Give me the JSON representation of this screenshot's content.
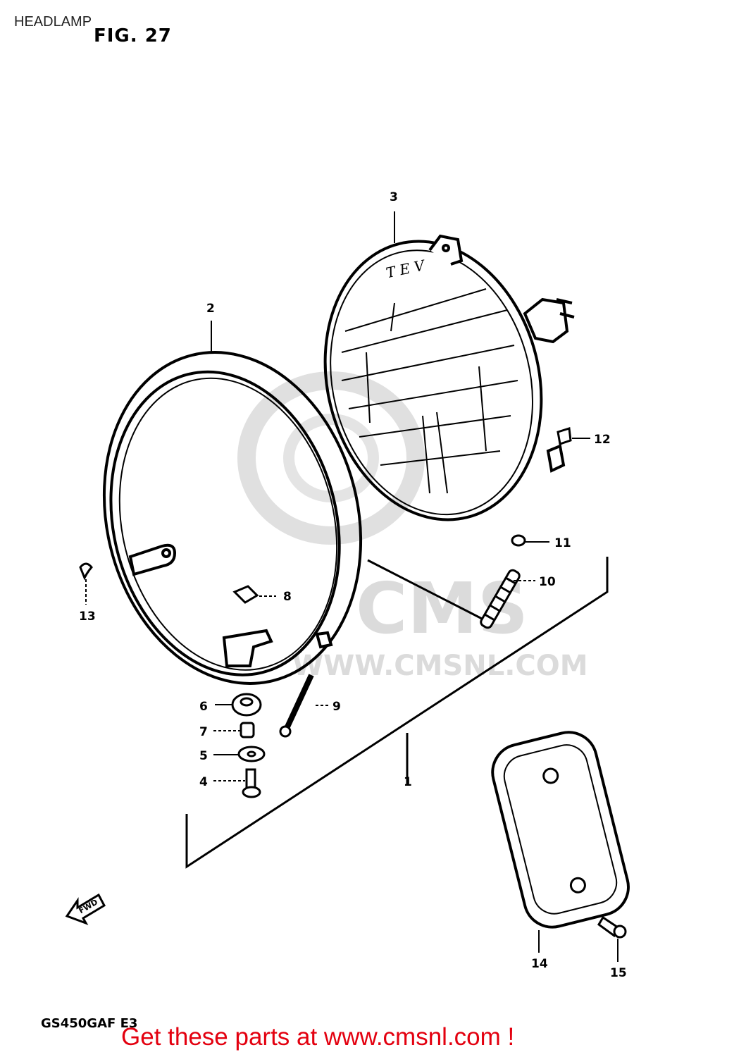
{
  "page": {
    "header": "HEADLAMP",
    "figure_label": "FIG. 27",
    "model_code": "GS450GAF  E3",
    "footer_banner": "Get these parts at www.cmsnl.com !"
  },
  "watermark": {
    "logo_text": "CMS",
    "url_text": "WWW.CMSNL.COM"
  },
  "diagram": {
    "fwd_label": "FWD",
    "lens_marking": "T E V",
    "callouts": [
      {
        "number": "1",
        "part": "headlamp-assembly"
      },
      {
        "number": "2",
        "part": "headlamp-rim"
      },
      {
        "number": "3",
        "part": "headlamp-unit"
      },
      {
        "number": "4",
        "part": "bolt"
      },
      {
        "number": "5",
        "part": "washer"
      },
      {
        "number": "6",
        "part": "cushion"
      },
      {
        "number": "7",
        "part": "spacer"
      },
      {
        "number": "8",
        "part": "nut"
      },
      {
        "number": "9",
        "part": "screw"
      },
      {
        "number": "10",
        "part": "spring"
      },
      {
        "number": "11",
        "part": "nut"
      },
      {
        "number": "12",
        "part": "clip"
      },
      {
        "number": "13",
        "part": "screw"
      },
      {
        "number": "14",
        "part": "reflector"
      },
      {
        "number": "15",
        "part": "screw"
      }
    ]
  }
}
